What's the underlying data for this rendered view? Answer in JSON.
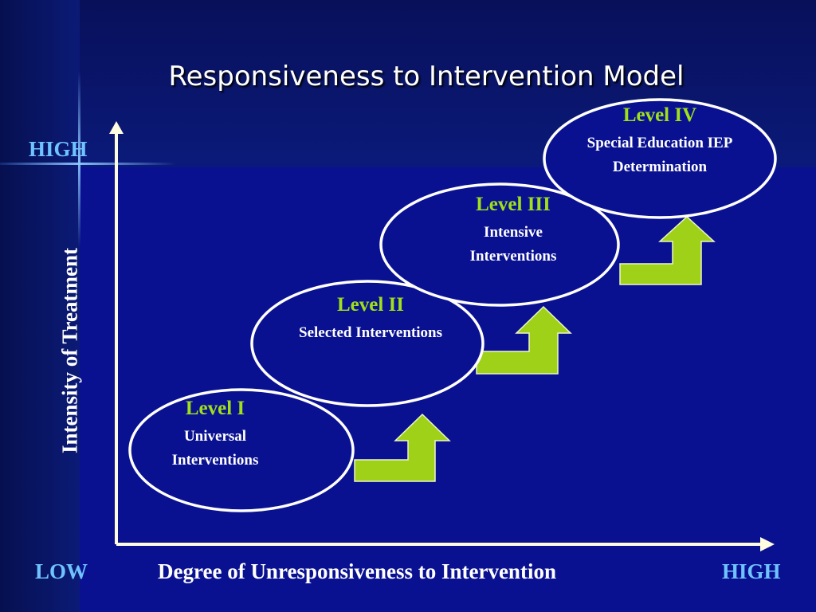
{
  "slide": {
    "title": "Responsiveness to Intervention Model"
  },
  "axes": {
    "y_label": "Intensity of Treatment",
    "y_high": "HIGH",
    "x_label": "Degree of Unresponsiveness to Intervention",
    "x_low": "LOW",
    "x_high": "HIGH"
  },
  "levels": [
    {
      "title": "Level I",
      "description": "Universal Interventions"
    },
    {
      "title": "Level II",
      "description": "Selected Interventions"
    },
    {
      "title": "Level III",
      "description": "Intensive Interventions"
    },
    {
      "title": "Level IV",
      "description": "Special Education IEP Determination"
    }
  ],
  "colors": {
    "background": "#0a1191",
    "level_title": "#9fe01a",
    "arrow_fill": "#9fd118",
    "axis_line": "#fffde0",
    "corner_label": "#6fc3ff",
    "text": "#ffffff"
  },
  "icons": {
    "step_arrow": "up-right-step-arrow-icon"
  }
}
